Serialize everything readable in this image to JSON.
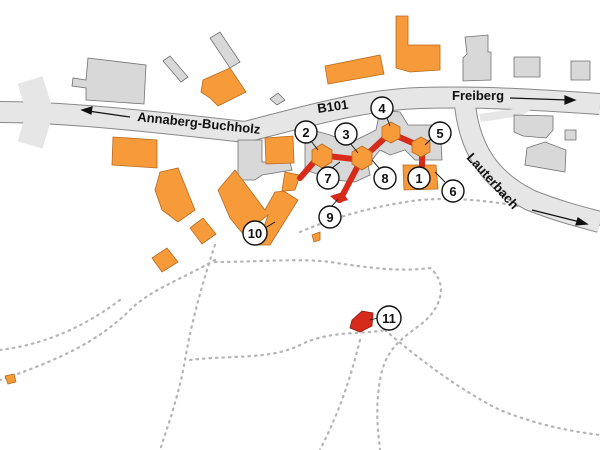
{
  "colors": {
    "building_highlight": "#f79a3a",
    "building_other": "#d8d8d8",
    "route": "#d62a1a",
    "road": "#e6e6e6"
  },
  "roads": {
    "main": "B101",
    "west_direction": "Annaberg-Buchholz",
    "east_direction": "Freiberg",
    "south_east_direction": "Lauterbach"
  },
  "markers": [
    "1",
    "2",
    "3",
    "4",
    "5",
    "6",
    "7",
    "8",
    "9",
    "10",
    "11"
  ]
}
